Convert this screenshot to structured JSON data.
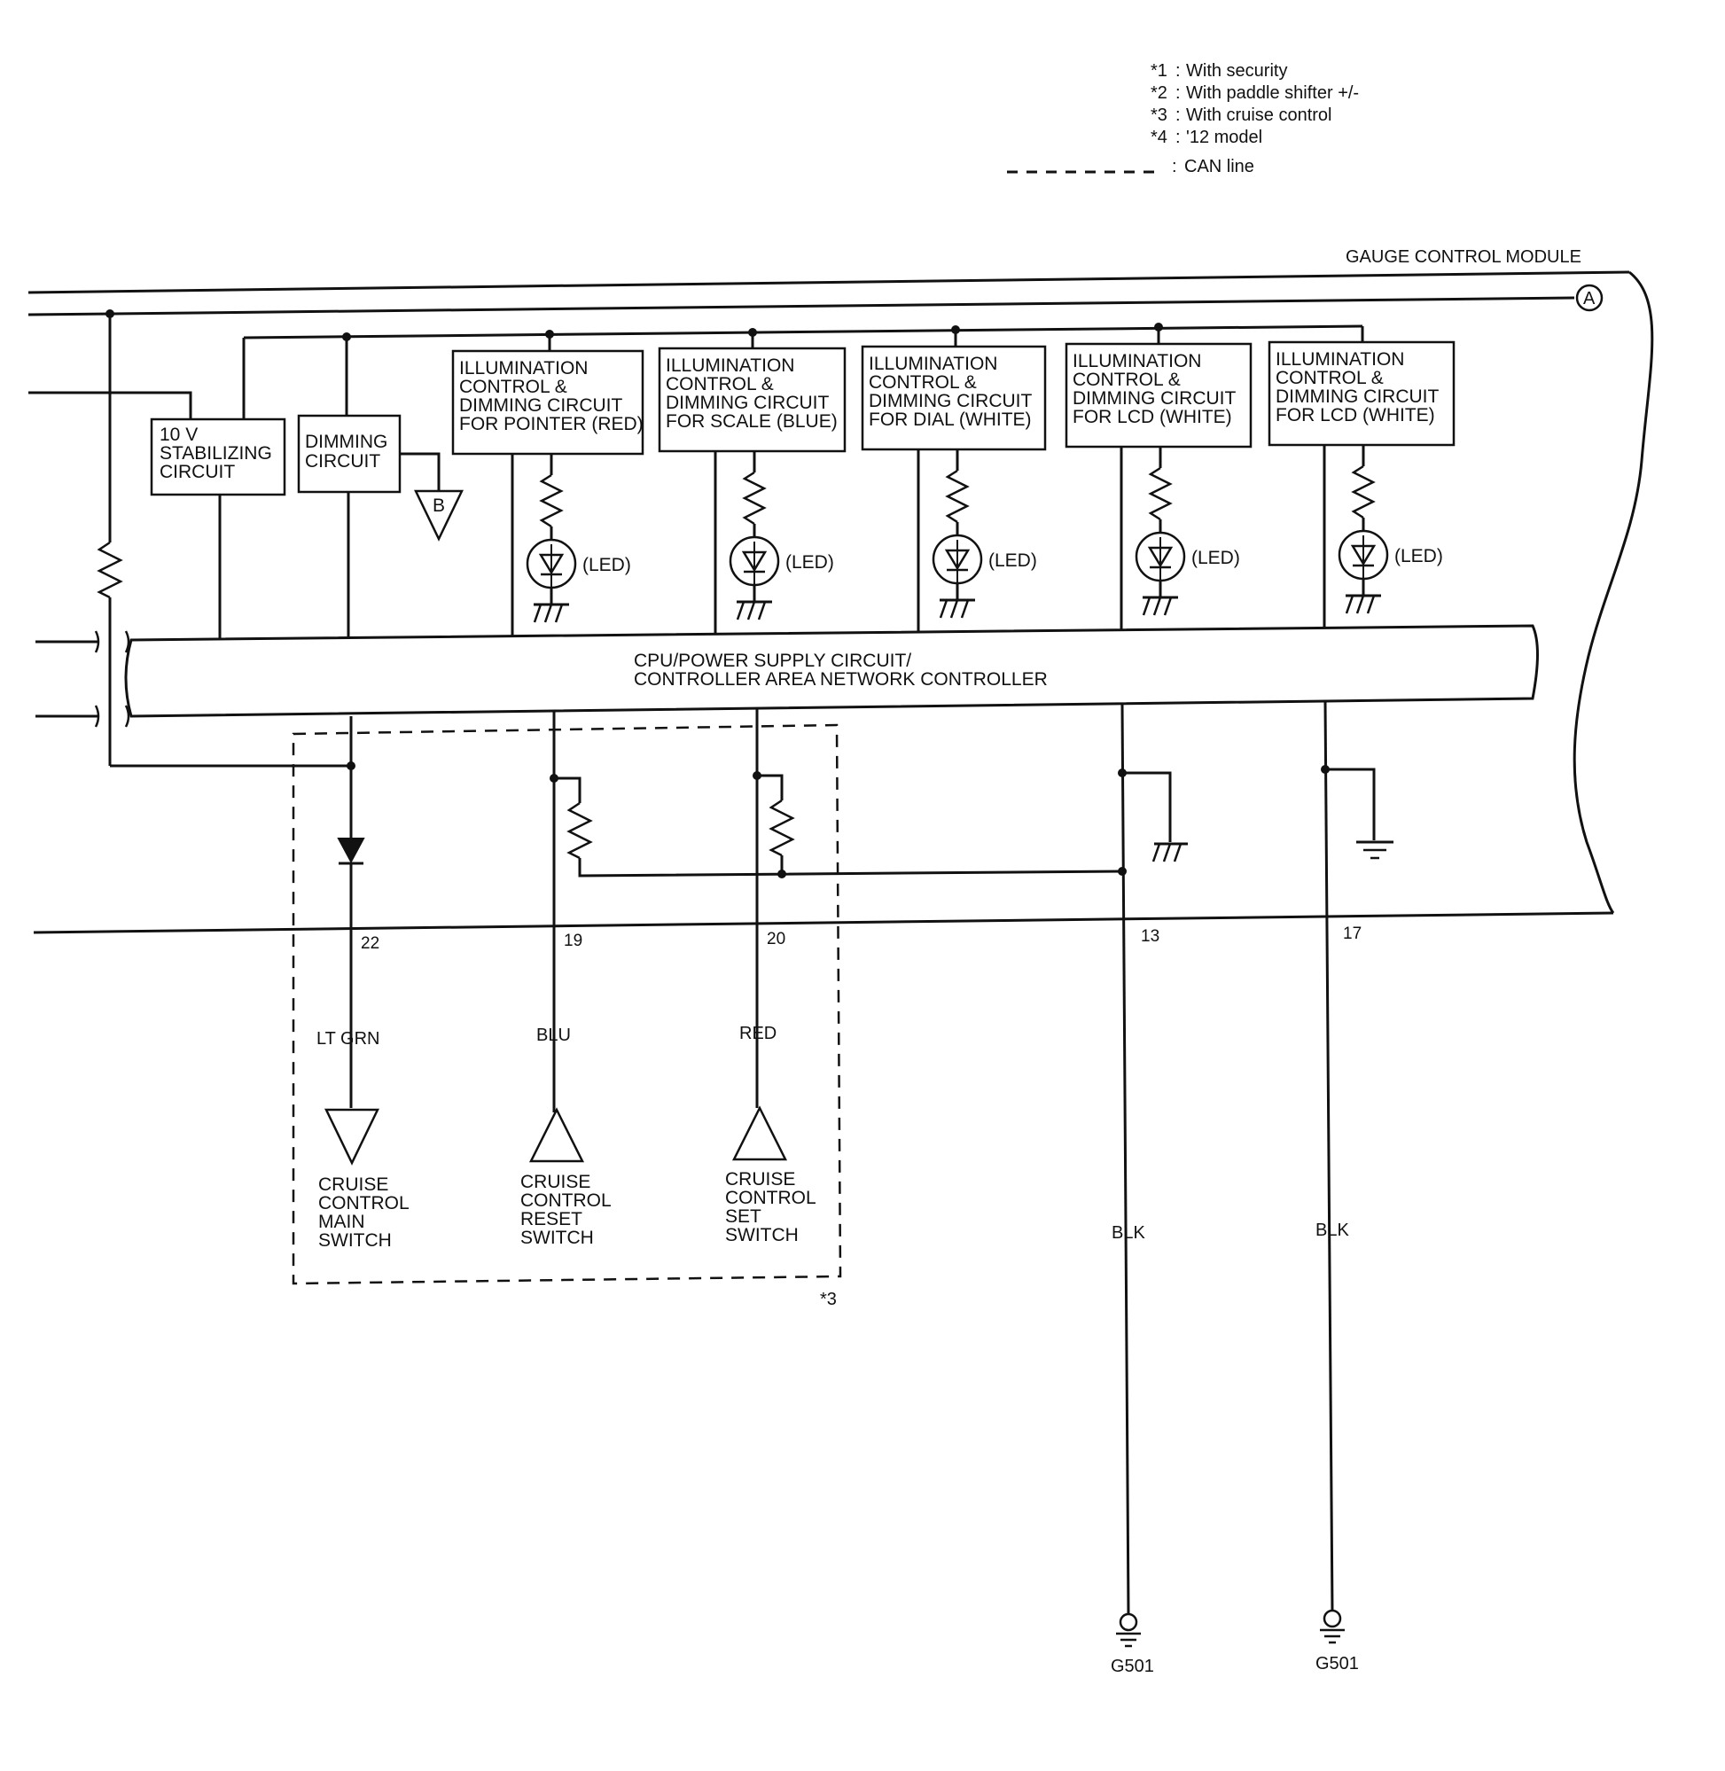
{
  "legend": {
    "notes": [
      {
        "mark": "*1",
        "text": "With security"
      },
      {
        "mark": "*2",
        "text": "With paddle shifter +/-"
      },
      {
        "mark": "*3",
        "text": "With cruise control"
      },
      {
        "mark": "*4",
        "text": "'12 model"
      }
    ],
    "can_line": "CAN line"
  },
  "module": {
    "title": "GAUGE CONTROL MODULE",
    "connector_a": "A",
    "cpu_line1": "CPU/POWER SUPPLY CIRCUIT/",
    "cpu_line2": "CONTROLLER AREA NETWORK CONTROLLER"
  },
  "circuits": {
    "stabilizing": [
      "10 V",
      "STABILIZING",
      "CIRCUIT"
    ],
    "dimming": [
      "DIMMING",
      "CIRCUIT"
    ],
    "dimming_connector": "B",
    "illumination_pointer": [
      "ILLUMINATION",
      "CONTROL &",
      "DIMMING CIRCUIT",
      "FOR POINTER (RED)"
    ],
    "illumination_scale": [
      "ILLUMINATION",
      "CONTROL &",
      "DIMMING CIRCUIT",
      "FOR SCALE (BLUE)"
    ],
    "illumination_dial": [
      "ILLUMINATION",
      "CONTROL &",
      "DIMMING CIRCUIT",
      "FOR DIAL (WHITE)"
    ],
    "illumination_lcd1": [
      "ILLUMINATION",
      "CONTROL &",
      "DIMMING CIRCUIT",
      "FOR LCD (WHITE)"
    ],
    "illumination_lcd2": [
      "ILLUMINATION",
      "CONTROL &",
      "DIMMING CIRCUIT",
      "FOR LCD (WHITE)"
    ],
    "led_label": "(LED)"
  },
  "pins": {
    "p22": {
      "number": "22",
      "wire": "LT GRN",
      "device": [
        "CRUISE",
        "CONTROL",
        "MAIN",
        "SWITCH"
      ]
    },
    "p19": {
      "number": "19",
      "wire": "BLU",
      "device": [
        "CRUISE",
        "CONTROL",
        "RESET",
        "SWITCH"
      ]
    },
    "p20": {
      "number": "20",
      "wire": "RED",
      "device": [
        "CRUISE",
        "CONTROL",
        "SET",
        "SWITCH"
      ]
    },
    "p13": {
      "number": "13",
      "wire": "BLK",
      "ground": "G501"
    },
    "p17": {
      "number": "17",
      "wire": "BLK",
      "ground": "G501"
    }
  },
  "cruise_group_note": "*3"
}
